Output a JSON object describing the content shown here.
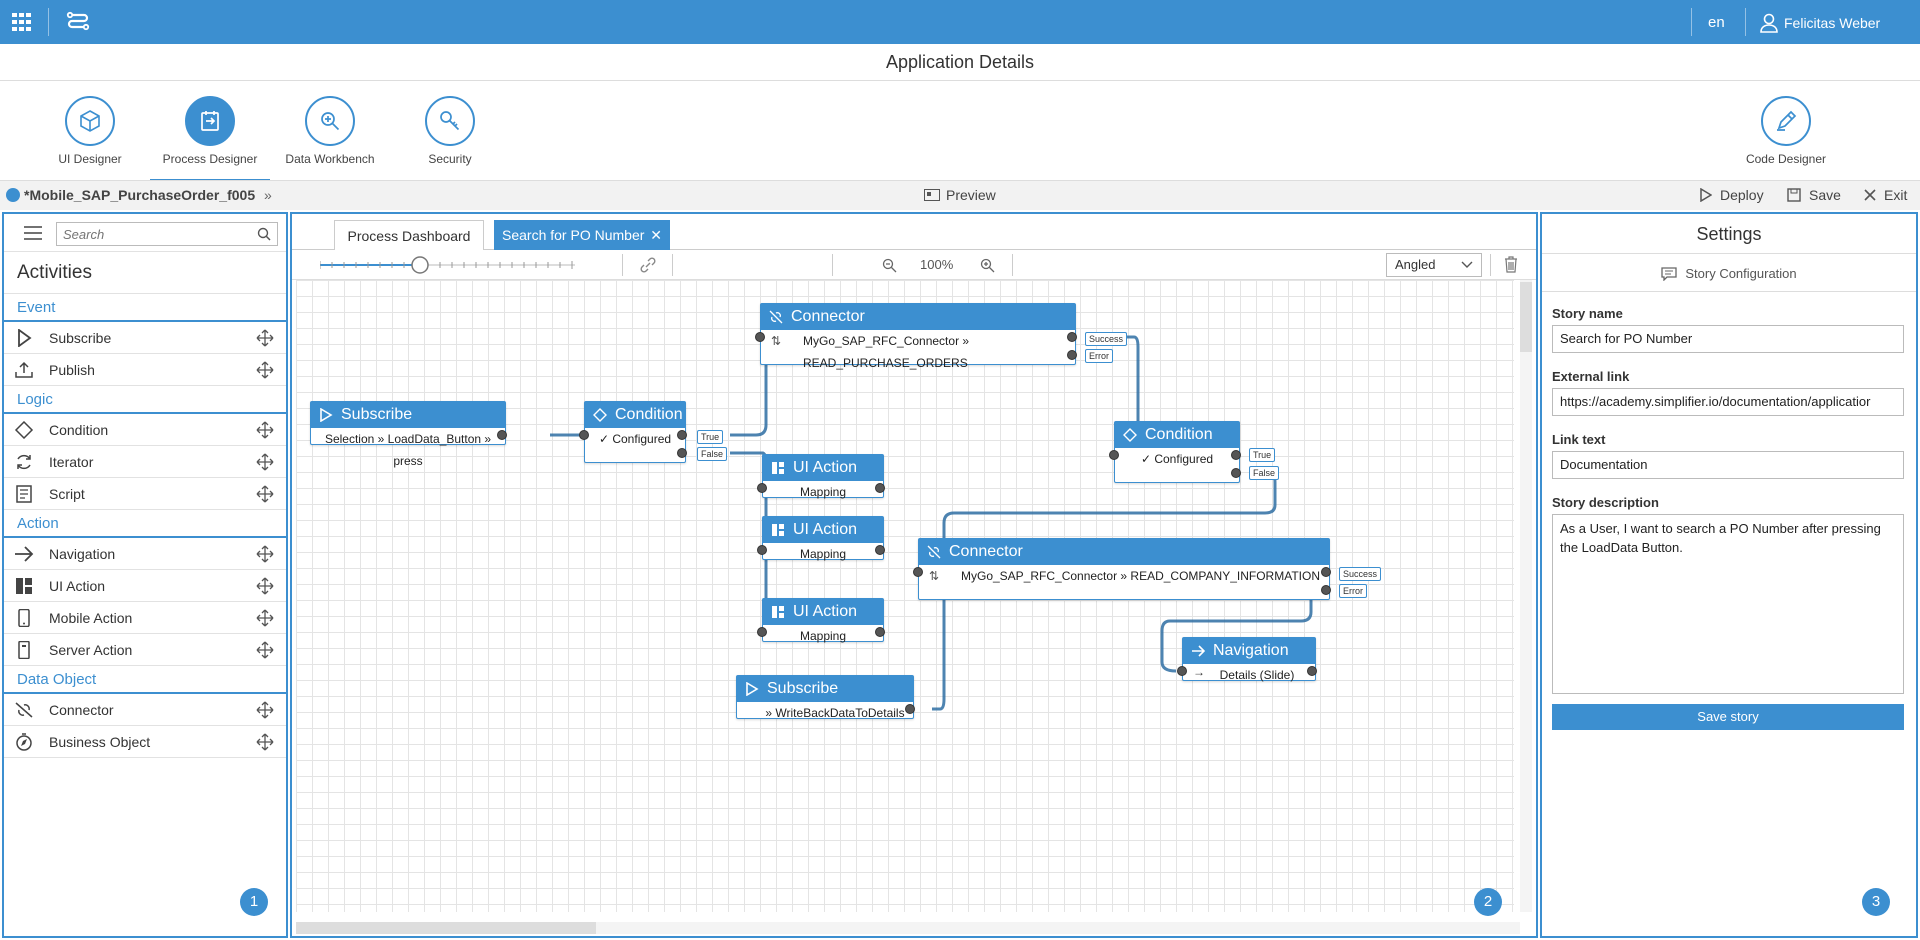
{
  "topbar": {
    "language": "en",
    "user": "Felicitas Weber"
  },
  "page_title": "Application Details",
  "designers": [
    {
      "label": "UI Designer",
      "icon": "cube-icon"
    },
    {
      "label": "Process Designer",
      "icon": "process-icon",
      "active": true
    },
    {
      "label": "Data Workbench",
      "icon": "data-search-icon"
    },
    {
      "label": "Security",
      "icon": "key-icon"
    },
    {
      "label": "Code Designer",
      "icon": "pencil-icon"
    }
  ],
  "breadcrumb": {
    "app_name": "*Mobile_SAP_PurchaseOrder_f005",
    "arrow": "»"
  },
  "actions": {
    "preview": "Preview",
    "deploy": "Deploy",
    "save": "Save",
    "exit": "Exit"
  },
  "left_panel": {
    "search_placeholder": "Search",
    "title": "Activities",
    "sections": [
      {
        "name": "Event",
        "items": [
          "Subscribe",
          "Publish"
        ]
      },
      {
        "name": "Logic",
        "items": [
          "Condition",
          "Iterator",
          "Script"
        ]
      },
      {
        "name": "Action",
        "items": [
          "Navigation",
          "UI Action",
          "Mobile Action",
          "Server Action"
        ]
      },
      {
        "name": "Data Object",
        "items": [
          "Connector",
          "Business Object"
        ]
      }
    ],
    "badge": "1"
  },
  "center_panel": {
    "tabs": [
      "Process Dashboard",
      "Search for PO Number"
    ],
    "zoom": "100%",
    "line_style": "Angled",
    "badge": "2",
    "nodes": {
      "subscribe1": {
        "title": "Subscribe",
        "body": "Selection » LoadData_Button » press"
      },
      "condition1": {
        "title": "Condition",
        "body": "✓ Configured",
        "true": "True",
        "false": "False"
      },
      "connector1": {
        "title": "Connector",
        "body": "MyGo_SAP_RFC_Connector » READ_PURCHASE_ORDERS",
        "success": "Success",
        "error": "Error"
      },
      "condition2": {
        "title": "Condition",
        "body": "✓ Configured",
        "true": "True",
        "false": "False"
      },
      "uiaction1": {
        "title": "UI Action",
        "body": "Mapping"
      },
      "uiaction2": {
        "title": "UI Action",
        "body": "Mapping"
      },
      "uiaction3": {
        "title": "UI Action",
        "body": "Mapping"
      },
      "connector2": {
        "title": "Connector",
        "body": "MyGo_SAP_RFC_Connector » READ_COMPANY_INFORMATION",
        "success": "Success",
        "error": "Error"
      },
      "navigation1": {
        "title": "Navigation",
        "body": "Details (Slide)"
      },
      "subscribe2": {
        "title": "Subscribe",
        "body": "» WriteBackDataToDetails"
      }
    }
  },
  "right_panel": {
    "title": "Settings",
    "story_config": "Story Configuration",
    "story_name_label": "Story name",
    "story_name": "Search for PO Number",
    "external_link_label": "External link",
    "external_link": "https://academy.simplifier.io/documentation/applicatior",
    "link_text_label": "Link text",
    "link_text": "Documentation",
    "story_desc_label": "Story description",
    "story_desc": "As a User, I want to search a PO Number after pressing the LoadData Button.",
    "save_button": "Save story",
    "badge": "3"
  },
  "colors": {
    "accent": "#3c8fd0"
  }
}
